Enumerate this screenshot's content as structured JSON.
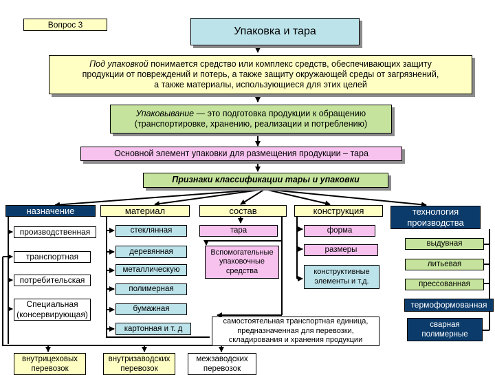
{
  "question": "Вопрос 3",
  "title": "Упаковка и тара",
  "definition_packaging": {
    "term": "Под упаковкой",
    "line1": "понимается средство или комплекс средств, обеспечивающих защиту",
    "line2": "продукции от повреждений и потерь, а также защиту окружающей среды от загрязнений,",
    "line3": "а также материалы, использующиеся для этих целей"
  },
  "definition_packing": {
    "term": "Упаковывание",
    "line1": "— это подготовка продукции к обращению",
    "line2": "(транспортировке, хранению, реализации и потреблению)"
  },
  "main_element": "Основной элемент упаковки для размещения продукции – тара",
  "classification_title": "Признаки классификации тары и упаковки",
  "categories": {
    "purpose": "назначение",
    "material": "материал",
    "composition": "состав",
    "construction": "конструкция",
    "technology": "технология производства"
  },
  "purpose_items": [
    "производственная",
    "транспортная",
    "потребительская",
    "Специальная (консервирующая)"
  ],
  "transport_items": [
    "внутрицеховых перевозок",
    "внутризаводских перевозок",
    "межзаводских перевозок"
  ],
  "material_items": [
    "стеклянная",
    "деревянная",
    "металлическую",
    "полимерная",
    "бумажная",
    "картонная и т. д"
  ],
  "composition_items": [
    "тара",
    "Вспомогательные упаковочные средства",
    "самостоятельная транспортная единица, предназначенная для перевозки, складирования и хранения продукции"
  ],
  "construction_items": [
    "форма",
    "размеры",
    "конструктивные элементы и т.д."
  ],
  "technology_items": [
    "выдувная",
    "литьевая",
    "прессованная",
    "термоформованная",
    "сварная полимерные"
  ]
}
